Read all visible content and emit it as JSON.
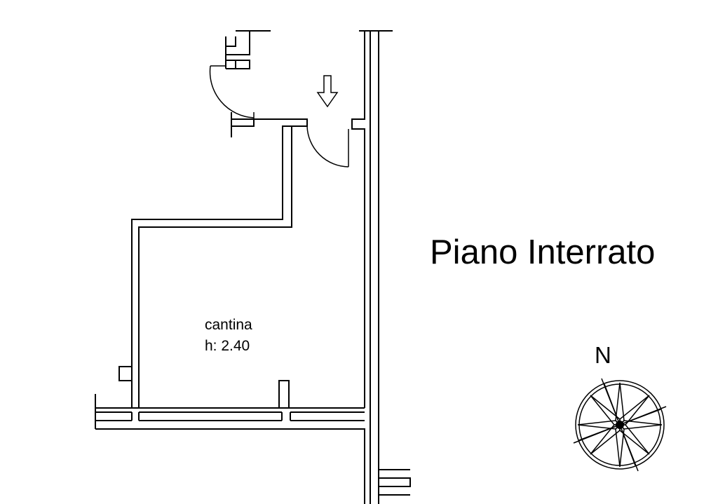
{
  "plan": {
    "title": "Piano Interrato",
    "room": {
      "name": "cantina",
      "height": "h: 2.40"
    },
    "compass": {
      "north_label": "N"
    }
  }
}
